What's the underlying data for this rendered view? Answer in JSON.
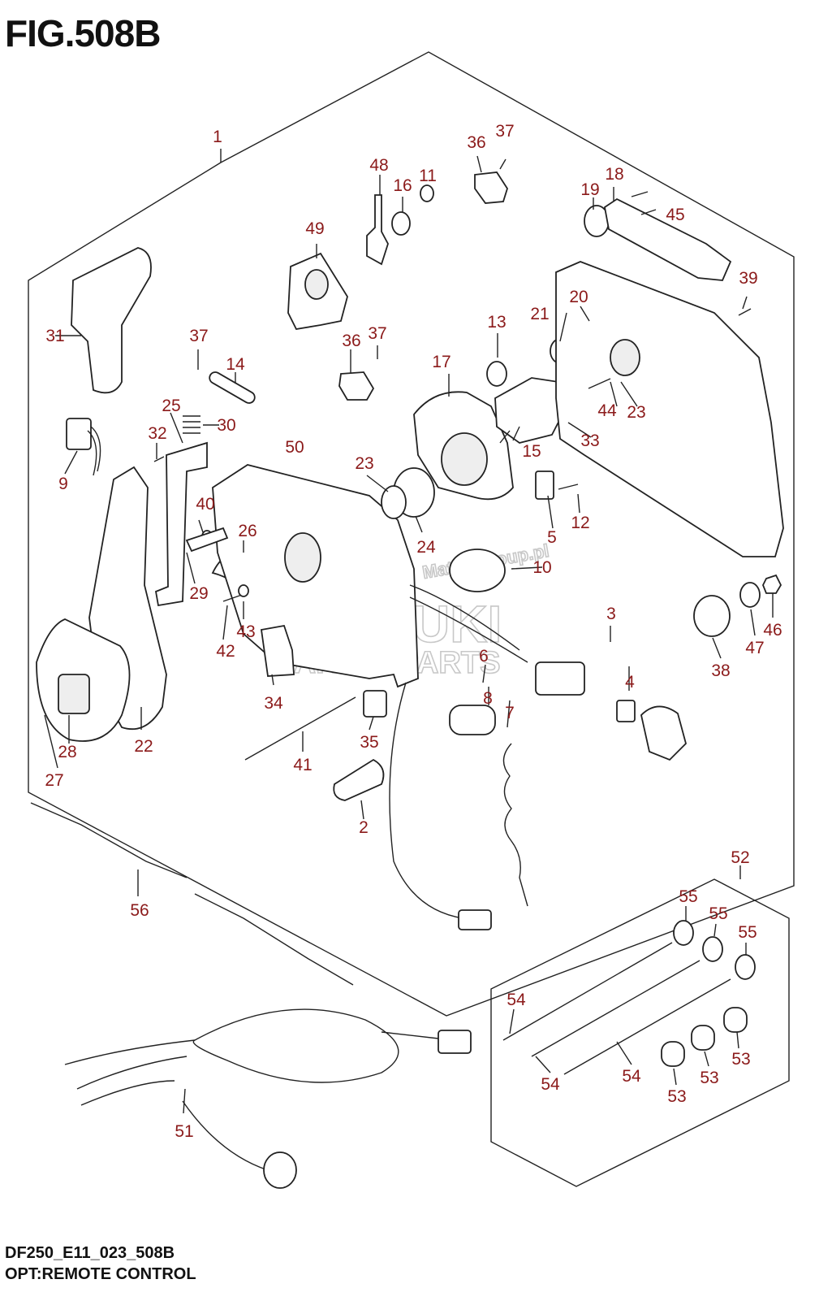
{
  "figure": {
    "title": "FIG.508B",
    "code": "DF250_E11_023_508B",
    "subtitle": "OPT:REMOTE CONTROL"
  },
  "watermark": {
    "line1": "SUZUKI",
    "line2": "MARINE PARTS",
    "site": "Mateo group.pl"
  },
  "callouts": {
    "c1": "1",
    "c2": "2",
    "c3": "3",
    "c4": "4",
    "c5": "5",
    "c6": "6",
    "c7": "7",
    "c8": "8",
    "c9": "9",
    "c10": "10",
    "c11": "11",
    "c12": "12",
    "c13": "13",
    "c14": "14",
    "c15": "15",
    "c16": "16",
    "c17": "17",
    "c18": "18",
    "c19": "19",
    "c20": "20",
    "c21": "21",
    "c22": "22",
    "c23a": "23",
    "c23b": "23",
    "c24": "24",
    "c25": "25",
    "c26": "26",
    "c27": "27",
    "c28": "28",
    "c29": "29",
    "c30": "30",
    "c31": "31",
    "c32": "32",
    "c33": "33",
    "c34": "34",
    "c35": "35",
    "c36a": "36",
    "c36b": "36",
    "c37a": "37",
    "c37b": "37",
    "c37c": "37",
    "c38": "38",
    "c39": "39",
    "c40": "40",
    "c41": "41",
    "c42": "42",
    "c43": "43",
    "c44": "44",
    "c45": "45",
    "c46": "46",
    "c47": "47",
    "c48": "48",
    "c49": "49",
    "c50": "50",
    "c51": "51",
    "c52": "52",
    "c53a": "53",
    "c53b": "53",
    "c53c": "53",
    "c54a": "54",
    "c54b": "54",
    "c54c": "54",
    "c55a": "55",
    "c55b": "55",
    "c55c": "55",
    "c56": "56"
  },
  "colors": {
    "callout": "#8b1a1a",
    "line": "#222222",
    "watermark": "#c8c8c8"
  }
}
